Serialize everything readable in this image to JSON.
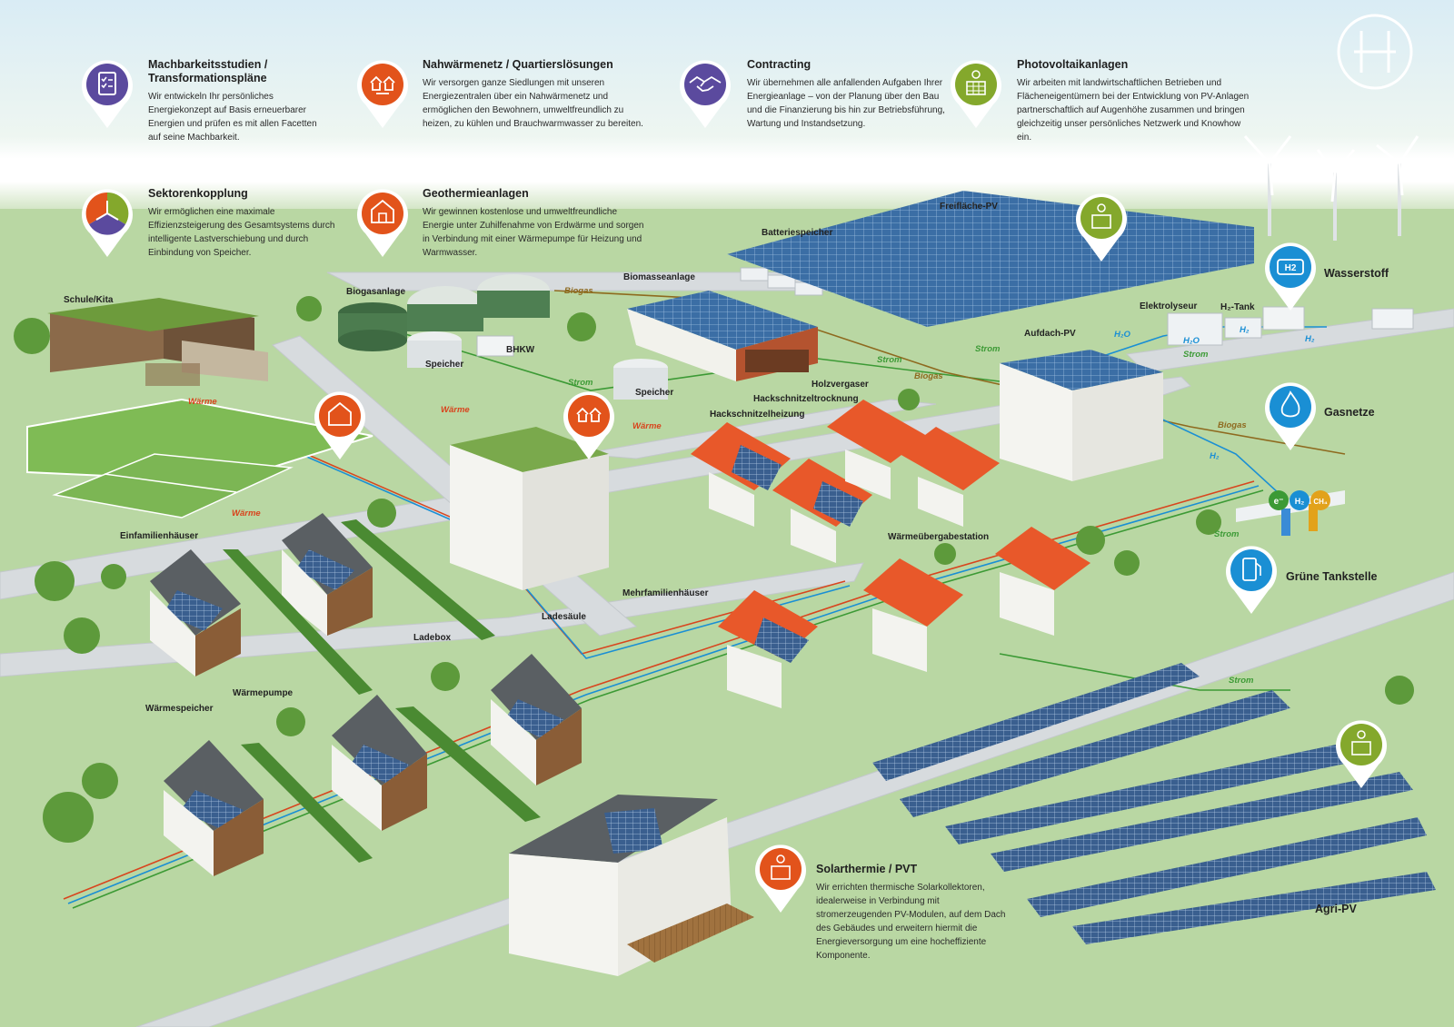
{
  "services": [
    {
      "title": "Machbarkeitsstudien / Transformationspläne",
      "icon": "clipboard-checklist-icon",
      "color": "#5b4a9e",
      "text": "Wir entwickeln Ihr persönliches Energiekonzept auf Basis erneuerbarer Energien und prüfen es mit allen Facetten auf seine Machbarkeit."
    },
    {
      "title": "Nahwärmenetz / Quartierslösungen",
      "icon": "district-heating-icon",
      "color": "#e2531b",
      "text": "Wir versorgen ganze Siedlungen mit unseren Energiezentralen über ein Nahwärmenetz und ermöglichen den Bewohnern, umweltfreundlich zu heizen, zu kühlen und Brauchwarmwasser zu bereiten."
    },
    {
      "title": "Contracting",
      "icon": "handshake-icon",
      "color": "#5b4a9e",
      "text": "Wir übernehmen alle anfallenden Aufgaben Ihrer Energieanlage – von der Planung über den Bau und die Finanzierung bis hin zur Betriebsführung, Wartung und Instandsetzung."
    },
    {
      "title": "Photovoltaikanlagen",
      "icon": "solar-panel-icon",
      "color": "#84a82c",
      "text": "Wir arbeiten mit landwirtschaftlichen Betrieben und Flächeneigentümern bei der Entwicklung von PV-Anlagen partnerschaftlich auf Augenhöhe zusammen und bringen gleichzeitig unser persönliches Netzwerk und Knowhow ein."
    },
    {
      "title": "Sektorenkopplung",
      "icon": "sector-coupling-icon",
      "color": "#84a82c",
      "text": "Wir ermöglichen eine maximale Effizienzsteigerung des Gesamtsystems durch intelligente Lastverschiebung und durch Einbindung von Speicher."
    },
    {
      "title": "Geothermieanlagen",
      "icon": "geothermal-icon",
      "color": "#e2531b",
      "text": "Wir gewinnen kostenlose und umweltfreundliche Energie unter Zuhilfenahme von Erdwärme und sorgen in Verbindung mit einer Wärmepumpe für Heizung und Warmwasser."
    },
    {
      "title": "Solarthermie / PVT",
      "icon": "solar-thermal-icon",
      "color": "#e2531b",
      "text": "Wir errichten thermische Solarkollektoren, idealerweise in Verbindung mit stromerzeugenden PV-Modulen, auf dem Dach des Gebäudes und erweitern hiermit die Energieversorgung um eine hocheffiziente Komponente."
    }
  ],
  "side_labels": {
    "wasserstoff": "Wasserstoff",
    "gasnetze": "Gasnetze",
    "tankstelle": "Grüne Tankstelle",
    "h2_badge": "H2"
  },
  "labels": {
    "schule": "Schule/Kita",
    "biogasanlage": "Biogasanlage",
    "biomasseanlage": "Biomasseanlage",
    "batteriespeicher": "Batteriespeicher",
    "freiflaeche": "Freifläche-PV",
    "elektrolyseur": "Elektrolyseur",
    "h2tank": "H₂-Tank",
    "aufdach": "Aufdach-PV",
    "speicher1": "Speicher",
    "speicher2": "Speicher",
    "bhkw": "BHKW",
    "holzvergaser": "Holzvergaser",
    "hackschnitzeltrocknung": "Hackschnitzeltrocknung",
    "hackschnitzelheizung": "Hackschnitzelheizung",
    "waermeuebergabe": "Wärmeübergabestation",
    "einfamilienhaeuser": "Einfamilienhäuser",
    "mehrfamilienhaeuser": "Mehrfamilienhäuser",
    "ladesaeule": "Ladesäule",
    "ladebox": "Ladebox",
    "waermepumpe": "Wärmepumpe",
    "waermespeicher": "Wärmespeicher",
    "agripv": "Agri-PV"
  },
  "flows": {
    "biogas1": "Biogas",
    "biogas2": "Biogas",
    "biogas3": "Biogas",
    "strom1": "Strom",
    "strom2": "Strom",
    "strom3": "Strom",
    "strom4": "Strom",
    "strom5": "Strom",
    "strom6": "Strom",
    "waerme1": "Wärme",
    "waerme2": "Wärme",
    "waerme3": "Wärme",
    "waerme4": "Wärme",
    "h2o1": "H₂O",
    "h2o2": "H₂O",
    "h2a": "H₂",
    "h2b": "H₂",
    "h2c": "H₂"
  },
  "tank_bubbles": [
    "e⁻",
    "H₂",
    "CH₄"
  ],
  "colors": {
    "orange": "#e2531b",
    "purple": "#5b4a9e",
    "green": "#84a82c",
    "blue": "#1a8fd4",
    "road": "#d9dde0",
    "grass": "#b6d59f"
  }
}
